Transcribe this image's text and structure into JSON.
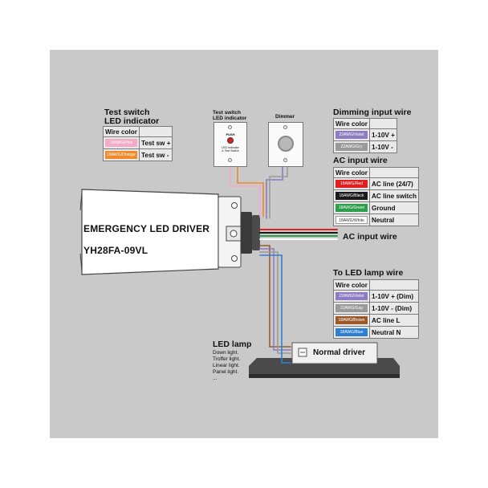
{
  "driver": {
    "title": "EMERGENCY LED DRIVER",
    "model": "YH28FA-09VL"
  },
  "test_switch_section": {
    "heading_line1": "Test switch",
    "heading_line2": "LED indicator",
    "header": "Wire color",
    "rows": [
      {
        "wire": "18AWG/Pink",
        "color": "#f4a9c8",
        "label": "Test sw +"
      },
      {
        "wire": "18AWG/Orange",
        "color": "#f08a2c",
        "label": "Test sw -"
      }
    ]
  },
  "test_switch_device": {
    "heading_line1": "Test switch",
    "heading_line2": "LED indicator",
    "button_text": "PUSH",
    "caption_line1": "LED Indicator",
    "caption_line2": "& Test Switch"
  },
  "dimmer_device": {
    "heading": "Dimmer"
  },
  "dimming_section": {
    "heading": "Dimming input wire",
    "header": "Wire color",
    "rows": [
      {
        "wire": "22AWG/Violet",
        "color": "#8e7cc3",
        "label": "1-10V +"
      },
      {
        "wire": "22AWG/Gry",
        "color": "#9a9a9a",
        "label": "1-10V -"
      }
    ]
  },
  "ac_section": {
    "heading": "AC input wire",
    "header": "Wire color",
    "rows": [
      {
        "wire": "18AWG/Red",
        "color": "#e02020",
        "label": "AC line (24/7)"
      },
      {
        "wire": "18AWG/Black",
        "color": "#1a1a1a",
        "label": "AC line switch"
      },
      {
        "wire": "18AWG/Green",
        "color": "#2e9e4a",
        "label": "Ground"
      },
      {
        "wire": "18AWG/White",
        "color": "#ffffff",
        "label": "Neutral"
      }
    ]
  },
  "ac_input_label": "AC input wire",
  "led_section": {
    "heading": "To LED lamp wire",
    "header": "Wire color",
    "rows": [
      {
        "wire": "22AWG/Violet",
        "color": "#8e7cc3",
        "label": "1-10V + (Dim)"
      },
      {
        "wire": "22AWG/Gay",
        "color": "#9a9a9a",
        "label": "1-10V - (Dim)"
      },
      {
        "wire": "18AWG/Brown",
        "color": "#9b5a2c",
        "label": "AC line L"
      },
      {
        "wire": "18AWG/Blue",
        "color": "#2f7fd1",
        "label": "Neutral N"
      }
    ]
  },
  "led_lamp": {
    "heading": "LED lamp",
    "items": [
      "Down light.",
      "Troffer light.",
      "Linear light.",
      "Panel light.",
      "..."
    ]
  },
  "normal_driver_label": "Normal driver"
}
